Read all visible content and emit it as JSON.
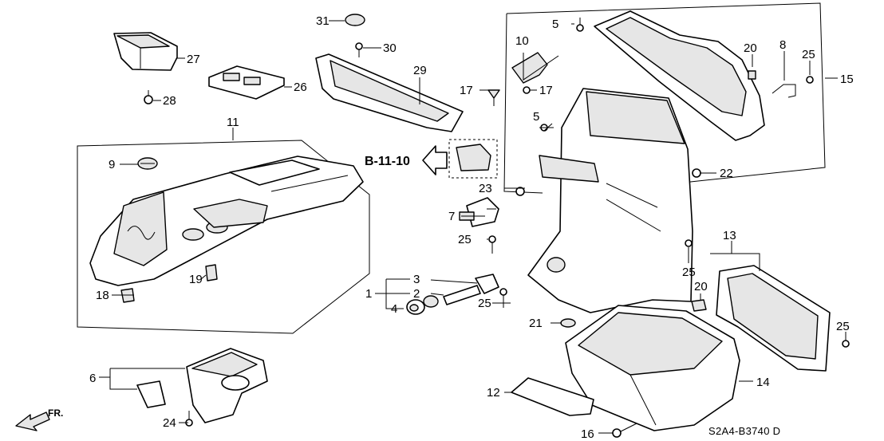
{
  "callouts": {
    "c1": "1",
    "c2": "2",
    "c3": "3",
    "c4": "4",
    "c5a": "5",
    "c5b": "5",
    "c6": "6",
    "c7": "7",
    "c8": "8",
    "c9": "9",
    "c10": "10",
    "c11": "11",
    "c12": "12",
    "c13": "13",
    "c14": "14",
    "c15": "15",
    "c16": "16",
    "c17a": "17",
    "c17b": "17",
    "c18": "18",
    "c19": "19",
    "c20a": "20",
    "c20b": "20",
    "c21": "21",
    "c22": "22",
    "c23": "23",
    "c24": "24",
    "c25a": "25",
    "c25b": "25",
    "c25c": "25",
    "c25d": "25",
    "c25e": "25",
    "c26": "26",
    "c27": "27",
    "c28": "28",
    "c29": "29",
    "c30": "30",
    "c31": "31"
  },
  "reference": "B-11-10",
  "diagram_code": "S2A4-B3740 D",
  "front_marker": "FR."
}
